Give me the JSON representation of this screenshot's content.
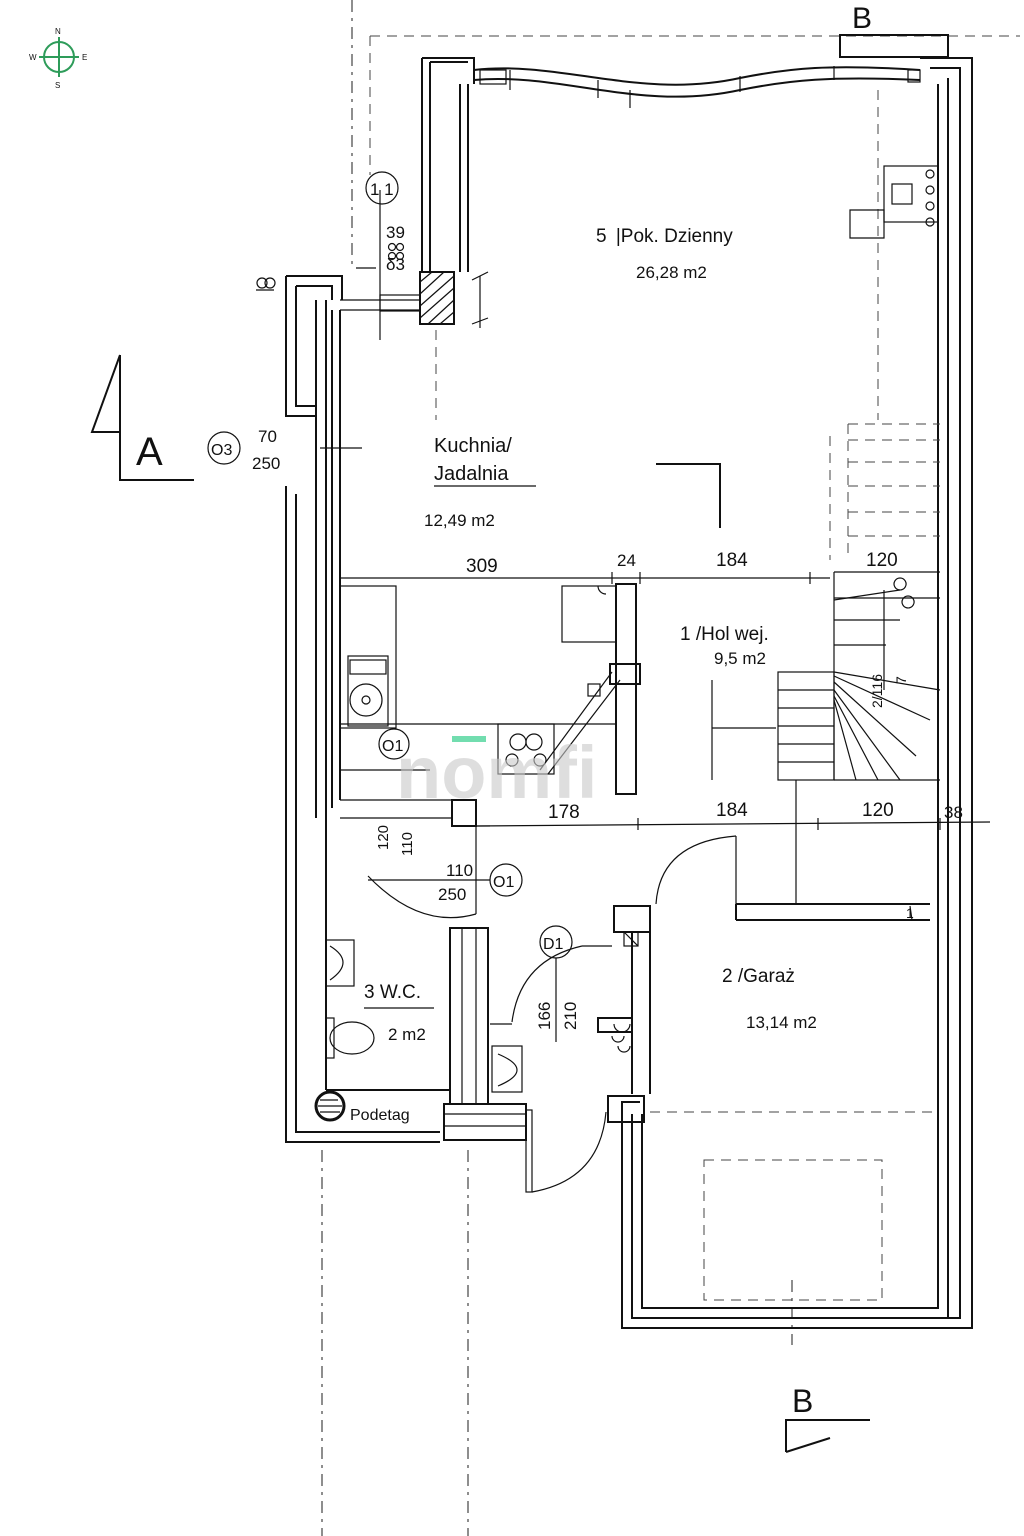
{
  "compass": {
    "n": "N",
    "s": "S",
    "e": "E",
    "w": "W"
  },
  "sections": {
    "a": "A",
    "b_top": "B",
    "b_bottom": "B"
  },
  "rooms": [
    {
      "number": "5",
      "name": "Pok. Dzienny",
      "area": "26,28 m2"
    },
    {
      "name_line1": "Kuchnia/",
      "name_line2": "Jadalnia",
      "area": "12,49 m2"
    },
    {
      "number": "1",
      "name": "Hol wej.",
      "area": "9,5 m2"
    },
    {
      "number": "3",
      "name": "W.C.",
      "area": "2 m2"
    },
    {
      "number": "2",
      "name": "Garaż",
      "area": "13,14 m2"
    }
  ],
  "labels": {
    "podest": "Podetag"
  },
  "window_tags": {
    "w11": "1 1",
    "w03": "O3",
    "w01a": "O1",
    "w01b": "O1",
    "d1": "D1"
  },
  "dims": {
    "w11_top": "39",
    "w11_bottom": "δ3",
    "w03_top": "70",
    "w03_bottom": "250",
    "top_309": "309",
    "top_24": "24",
    "top_184": "184",
    "top_120": "120",
    "mid_178": "178",
    "mid_184": "184",
    "mid_120": "120",
    "mid_38": "38",
    "v_120": "120",
    "v_110": "110",
    "o1_top": "110",
    "o1_bottom": "250",
    "d1_left": "166",
    "d1_right": "210",
    "stair_a": "2/116",
    "stair_b": "7",
    "step_1": "1"
  },
  "watermark": "nomfi",
  "colors": {
    "lines": "#111111",
    "watermark_accent": "#4fd49b",
    "compass": "#2e9c5a"
  }
}
